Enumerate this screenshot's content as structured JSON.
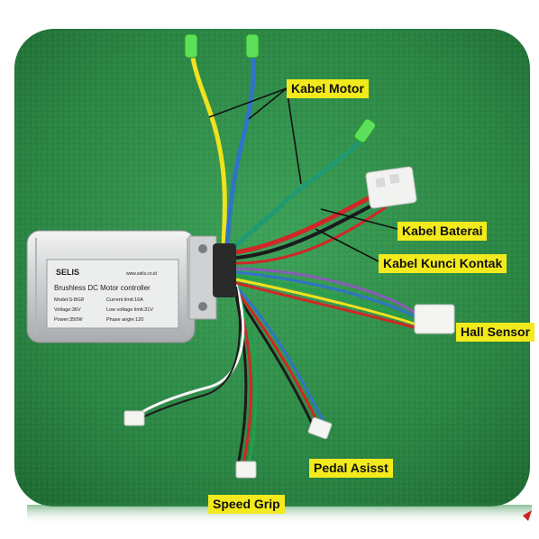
{
  "labels": {
    "kabel_motor": "Kabel Motor",
    "kabel_baterai": "Kabel Baterai",
    "kabel_kunci_kontak": "Kabel Kunci Kontak",
    "hall_sensor": "Hall Sensor",
    "pedal_asisst": "Pedal Asisst",
    "speed_grip": "Speed Grip"
  },
  "controller": {
    "brand": "SELIS",
    "website": "www.selis.co.id",
    "title": "Brushless DC Motor controller",
    "model": "Model:S-BG8",
    "current": "Current limit:16A",
    "voltage": "Voltage:36V",
    "low_voltage": "Low voltage limit:31V",
    "power": "Power:350W",
    "phase": "Phase angle:120"
  },
  "colors": {
    "background": "#2f8b45",
    "callout": "#f2ea1c"
  }
}
